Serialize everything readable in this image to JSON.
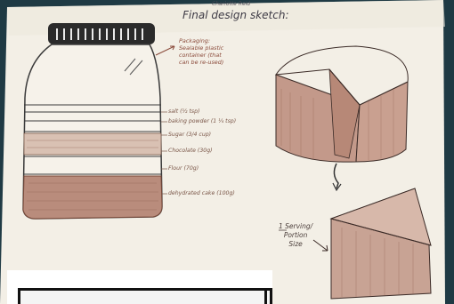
{
  "sketch": {
    "author": "Charlotte Reid",
    "title": "Final design sketch:",
    "packaging_note": [
      "Packaging:",
      "Sealable plastic",
      "container (that",
      "can be re-used)"
    ],
    "layer_labels": [
      {
        "name": "salt",
        "text": "salt (½ tsp)"
      },
      {
        "name": "baking-powder",
        "text": "baking powder (1 ¼ tsp)"
      },
      {
        "name": "sugar",
        "text": "Sugar (3/4 cup)"
      },
      {
        "name": "chocolate",
        "text": "Chocolate (30g)"
      },
      {
        "name": "flour",
        "text": "Flour (70g)"
      },
      {
        "name": "cake",
        "text": "dehydrated cake (100g)"
      }
    ],
    "serving_label": [
      "1 Serving/",
      "Portion",
      "Size"
    ]
  }
}
